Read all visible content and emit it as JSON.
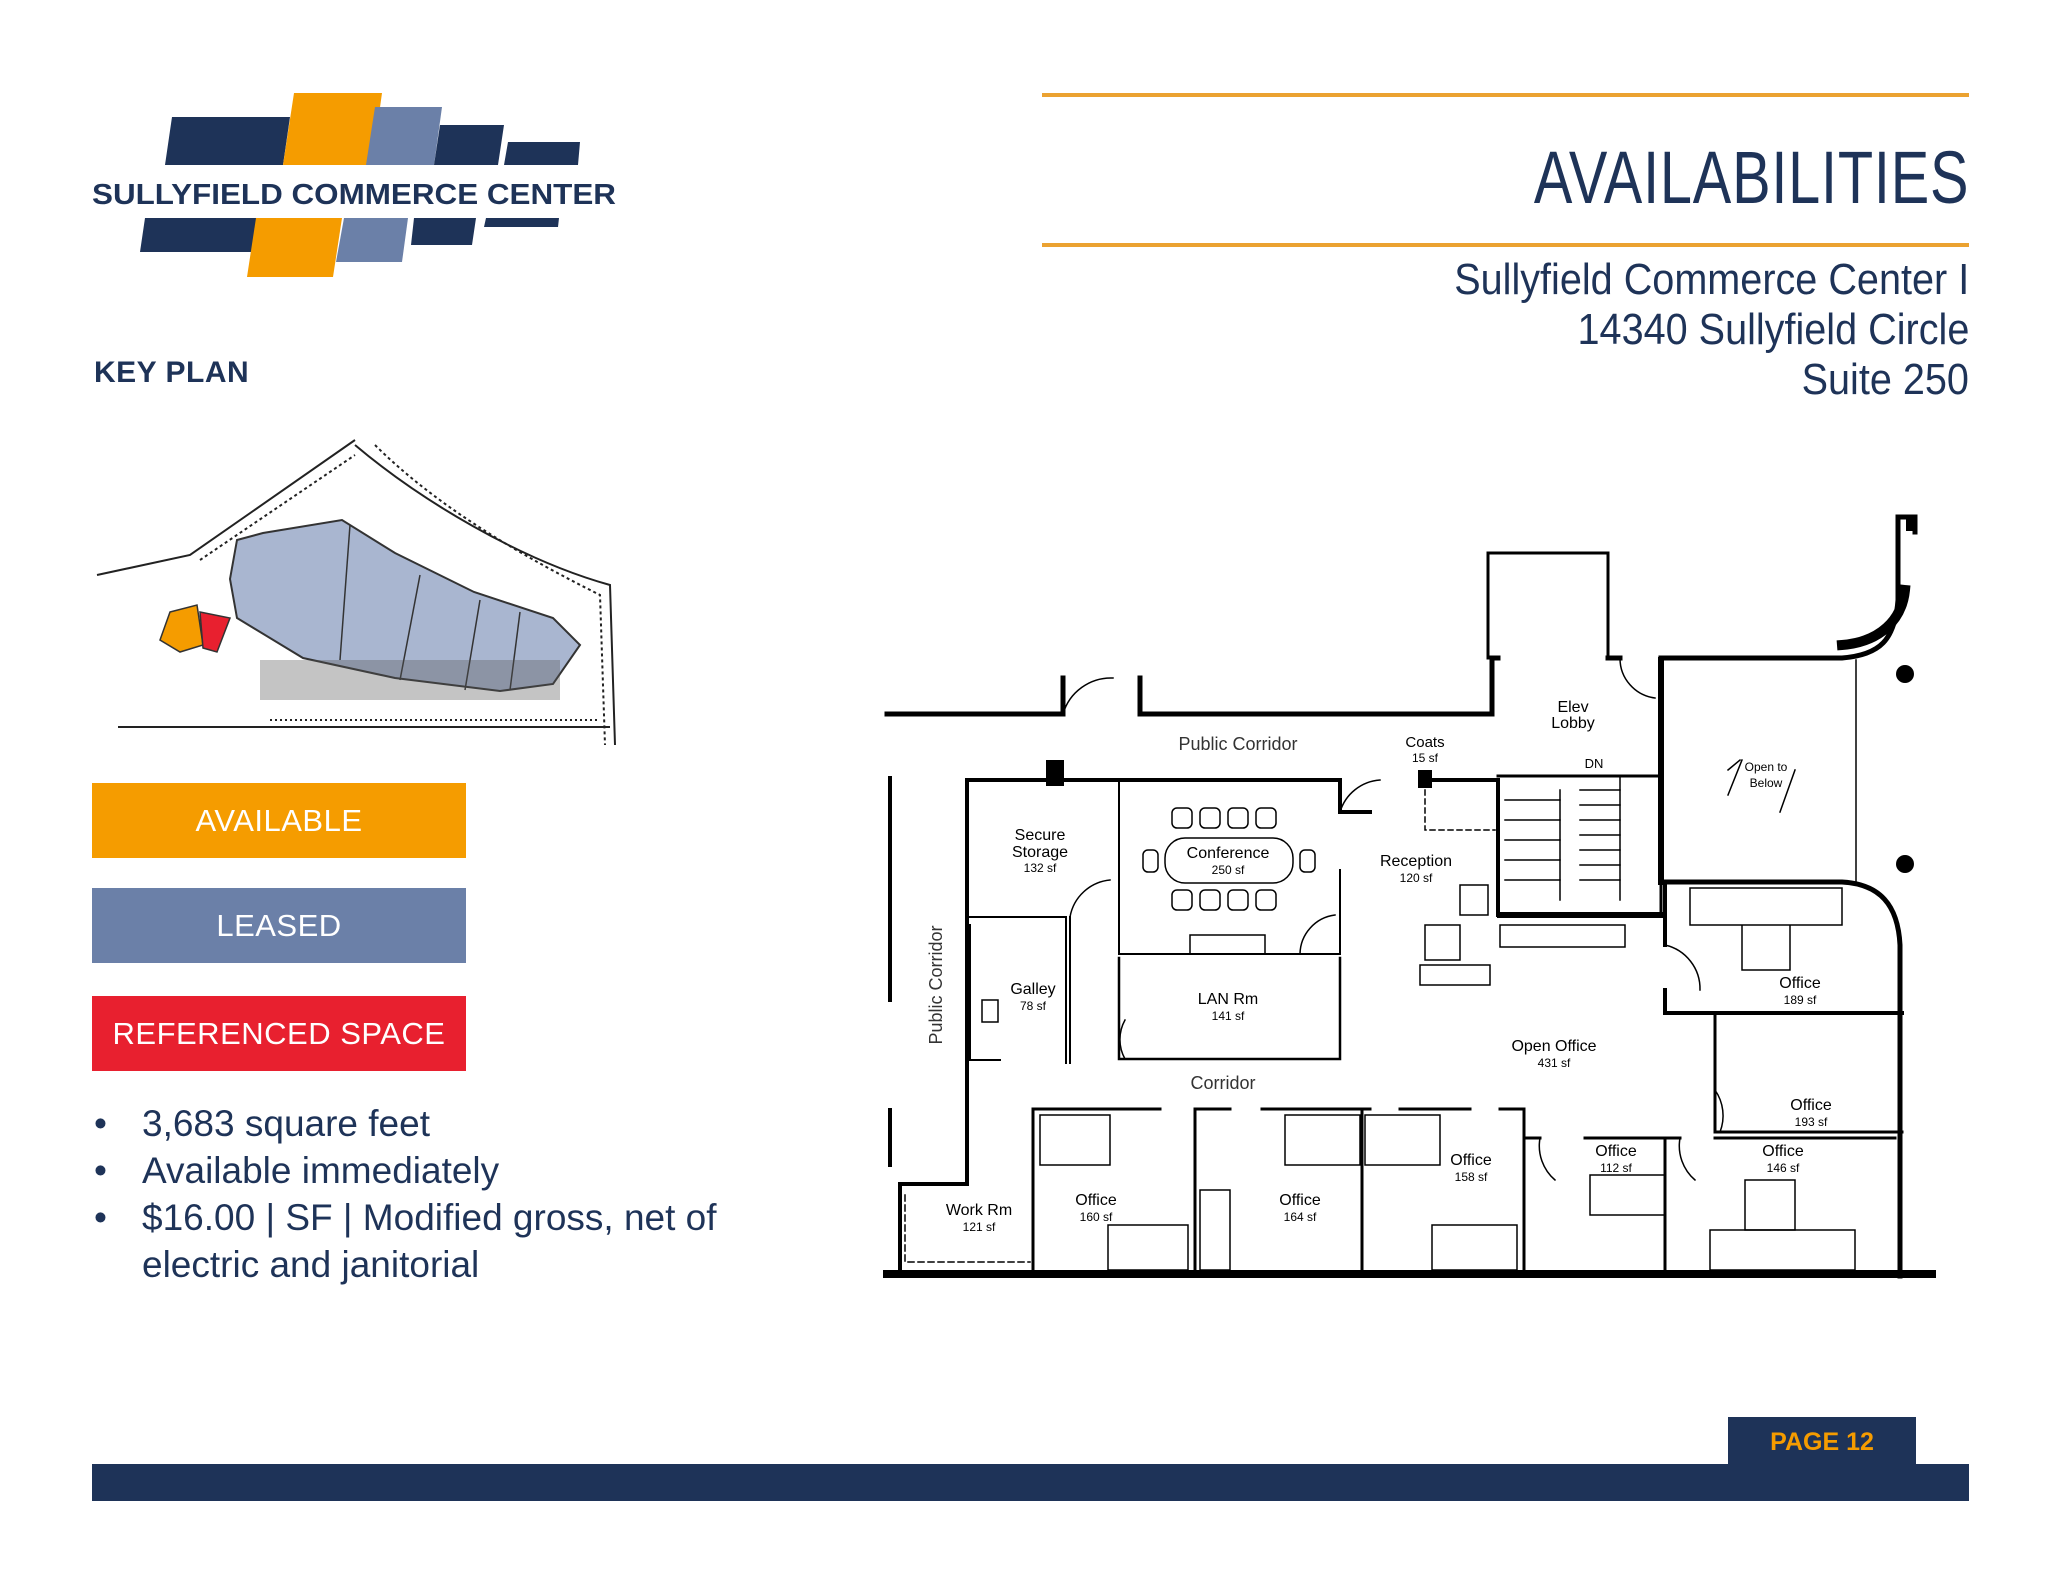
{
  "logo": {
    "text": "SULLYFIELD COMMERCE CENTER"
  },
  "header": {
    "title": "AVAILABILITIES",
    "address_lines": [
      "Sullyfield Commerce Center I",
      "14340 Sullyfield Circle",
      "Suite 250"
    ]
  },
  "key_plan": {
    "label": "KEY PLAN"
  },
  "legend": [
    {
      "label": "AVAILABLE",
      "color": "#f59c00"
    },
    {
      "label": "LEASED",
      "color": "#6b80a8"
    },
    {
      "label": "REFERENCED SPACE",
      "color": "#e8202f"
    }
  ],
  "bullets": [
    "3,683 square feet",
    "Available immediately",
    "$16.00 | SF | Modified gross, net of electric and janitorial"
  ],
  "floor_plan": {
    "labels": {
      "public_corridor_top": "Public Corridor",
      "public_corridor_side": "Public Corridor",
      "corridor": "Corridor",
      "dn": "DN",
      "open_to": "Open to",
      "below": "Below"
    },
    "rooms": [
      {
        "name": "Secure",
        "name2": "Storage",
        "area": "132 sf"
      },
      {
        "name": "Conference",
        "area": "250 sf"
      },
      {
        "name": "Coats",
        "area": "15 sf"
      },
      {
        "name": "Reception",
        "area": "120 sf"
      },
      {
        "name": "Elev",
        "name2": "Lobby"
      },
      {
        "name": "Galley",
        "area": "78 sf"
      },
      {
        "name": "LAN Rm",
        "area": "141 sf"
      },
      {
        "name": "Open Office",
        "area": "431 sf"
      },
      {
        "name": "Office",
        "area": "189 sf"
      },
      {
        "name": "Office",
        "area": "193 sf"
      },
      {
        "name": "Office",
        "area": "158 sf"
      },
      {
        "name": "Office",
        "area": "112 sf"
      },
      {
        "name": "Office",
        "area": "146 sf"
      },
      {
        "name": "Office",
        "area": "160 sf"
      },
      {
        "name": "Office",
        "area": "164 sf"
      },
      {
        "name": "Work Rm",
        "area": "121 sf"
      }
    ]
  },
  "footer": {
    "page_label": "PAGE 12"
  },
  "colors": {
    "navy": "#1e3358",
    "orange": "#f59c00",
    "slate": "#6b80a8",
    "red": "#e8202f",
    "rule": "#eba231"
  }
}
